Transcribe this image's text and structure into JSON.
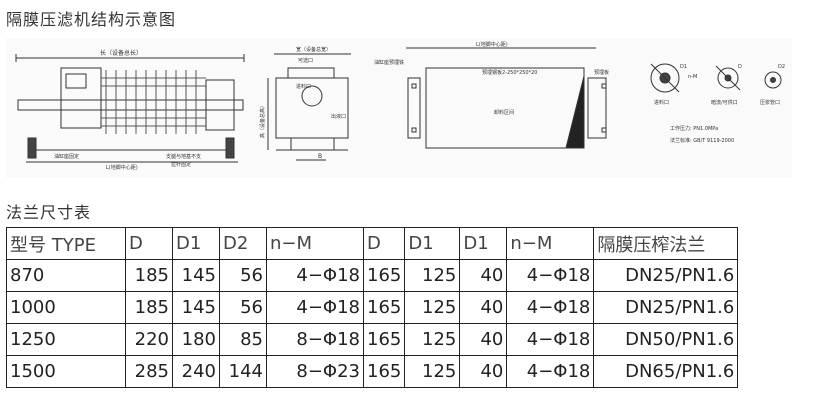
{
  "section1_title": "隔膜压滤机结构示意图",
  "section2_title": "法兰尺寸表",
  "drawing": {
    "front_length_label": "长（设备总长）",
    "front_support_label": "油缸座固定",
    "front_fixed_label": "支腿与地基不支",
    "front_ground_label": "L(地脚中心距)",
    "front_side_label": "拉杆固定",
    "side_width_label": "宽（设备总宽）",
    "side_port1_label": "可选口",
    "side_port2_label": "进料口",
    "side_height_label": "高（设备总高）",
    "side_port3_label": "出液口",
    "side_b_label": "B",
    "plan_top_label": "L(地脚中心距)",
    "plan_left_label": "油缸座预埋铁",
    "plan_mid_label": "预埋钢板2-250*250*20",
    "plan_right_label": "预埋板",
    "plan_area_label": "卸料区间",
    "detail_left_label": "进料口",
    "detail_mid_label": "暗流/可供口",
    "detail_right_label": "压浆管口",
    "pressure_label": "工作压力: PN1.0MPa",
    "standard_label": "法兰标准: GB/T 9119-2000",
    "d1_tag": "D1",
    "n_tag": "n-M",
    "d_tag": "D",
    "d2_tag": "D2"
  },
  "table": {
    "headers": [
      "型号 TYPE",
      "D",
      "D1",
      "D2",
      "n−M",
      "D",
      "D1",
      "D1",
      "n−M",
      "隔膜压榨法兰"
    ],
    "rows": [
      [
        "870",
        "185",
        "145",
        "56",
        "4−Φ18",
        "165",
        "125",
        "40",
        "4−Φ18",
        "DN25/PN1.6"
      ],
      [
        "1000",
        "185",
        "145",
        "56",
        "4−Φ18",
        "165",
        "125",
        "40",
        "4−Φ18",
        "DN25/PN1.6"
      ],
      [
        "1250",
        "220",
        "180",
        "85",
        "8−Φ18",
        "165",
        "125",
        "40",
        "4−Φ18",
        "DN50/PN1.6"
      ],
      [
        "1500",
        "285",
        "240",
        "144",
        "8−Φ23",
        "165",
        "125",
        "40",
        "4−Φ18",
        "DN65/PN1.6"
      ]
    ]
  }
}
